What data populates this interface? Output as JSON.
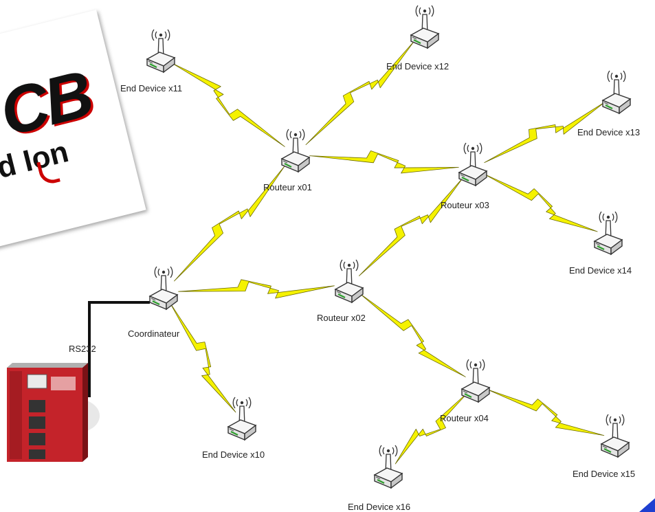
{
  "logo": {
    "text_main": "CB",
    "text_sub": "d Ion"
  },
  "link_label": "RS232",
  "colors": {
    "wireless": "#f5f200",
    "wireless_stroke": "#6b6a00",
    "cable": "#111111",
    "device_body": "#c4232a"
  },
  "nodes": [
    {
      "id": "coordinator",
      "label": "Coordinateur"
    },
    {
      "id": "r01",
      "label": "Routeur x01"
    },
    {
      "id": "r02",
      "label": "Routeur x02"
    },
    {
      "id": "r03",
      "label": "Routeur x03"
    },
    {
      "id": "r04",
      "label": "Routeur x04"
    },
    {
      "id": "e10",
      "label": "End Device x10"
    },
    {
      "id": "e11",
      "label": "End Device x11"
    },
    {
      "id": "e12",
      "label": "End Device x12"
    },
    {
      "id": "e13",
      "label": "End Device x13"
    },
    {
      "id": "e14",
      "label": "End Device x14"
    },
    {
      "id": "e15",
      "label": "End Device x15"
    },
    {
      "id": "e16",
      "label": "End Device x16"
    }
  ],
  "links": [
    [
      "coordinator",
      "r01"
    ],
    [
      "coordinator",
      "r02"
    ],
    [
      "coordinator",
      "e10"
    ],
    [
      "r01",
      "e11"
    ],
    [
      "r01",
      "e12"
    ],
    [
      "r01",
      "r03"
    ],
    [
      "r02",
      "r03"
    ],
    [
      "r02",
      "r04"
    ],
    [
      "r03",
      "e13"
    ],
    [
      "r03",
      "e14"
    ],
    [
      "r04",
      "e15"
    ],
    [
      "r04",
      "e16"
    ]
  ]
}
